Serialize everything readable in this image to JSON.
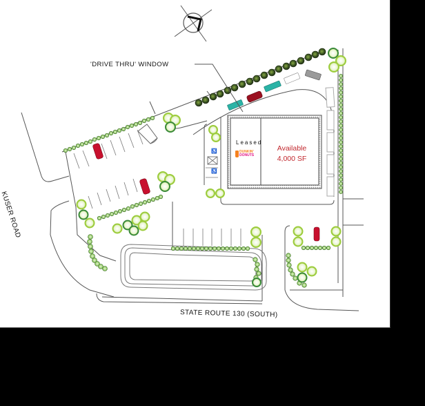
{
  "map": {
    "type": "commercial site plan",
    "roads": {
      "west": "KUSER ROAD",
      "south": "STATE ROUTE 130 (SOUTH)"
    },
    "callouts": {
      "drive_thru": "'DRIVE THRU' WINDOW"
    },
    "building": {
      "units": [
        {
          "status": "Leased",
          "tenant": "DUNKIN' DONUTS",
          "tenant_line1": "DUNKIN'",
          "tenant_line2": "DONUTS"
        },
        {
          "status_line1": "Available",
          "status_line2": "4,000 SF"
        }
      ]
    },
    "north_arrow": "north-arrow-icon",
    "colors": {
      "available_text": "#c1272d",
      "dunkin_orange": "#f58220",
      "dunkin_pink": "#e11383",
      "car_red": "#c8102e",
      "car_teal": "#2ab3a6",
      "tree_light": "#9ccc3c",
      "tree_dark": "#3a8a3a",
      "background": "#000000",
      "sheet": "#ffffff"
    }
  }
}
